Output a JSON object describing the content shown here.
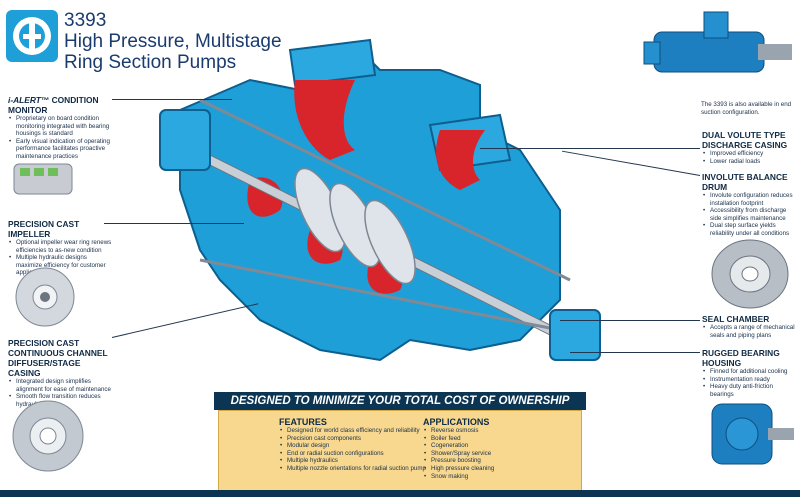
{
  "header": {
    "model": "3393",
    "title_line1": "High Pressure, Multistage",
    "title_line2": "Ring Section Pumps"
  },
  "callouts": {
    "ialert": {
      "title_prefix": "i-ALERT",
      "title_suffix": "™ CONDITION MONITOR",
      "bullets": [
        "Proprietary on board condition monitoring integrated with bearing housings is standard",
        "Early visual indication of operating performance facilitates proactive maintenance practices"
      ]
    },
    "impeller": {
      "title": "PRECISION CAST IMPELLER",
      "bullets": [
        "Optional impeller wear ring renews efficiencies to as-new condition",
        "Multiple hydraulic designs maximize efficiency for customer applications"
      ]
    },
    "diffuser": {
      "title_line1": "PRECISION CAST",
      "title_line2": "CONTINUOUS CHANNEL",
      "title_line3": "DIFFUSER/STAGE CASING",
      "bullets": [
        "Integrated design simplifies alignment for ease of maintenance",
        "Smooth flow transition reduces hydraulic losses"
      ]
    },
    "end_suction_note": "The 3393 is also available in end suction configuration.",
    "volute": {
      "title_line1": "DUAL VOLUTE TYPE",
      "title_line2": "DISCHARGE CASING",
      "bullets": [
        "Improved efficiency",
        "Lower radial loads"
      ]
    },
    "balance_drum": {
      "title": "INVOLUTE BALANCE DRUM",
      "bullets": [
        "Involute configuration reduces installation footprint",
        "Accessibility from discharge side simplifies maintenance",
        "Dual step surface yields reliability under all conditions"
      ]
    },
    "seal_chamber": {
      "title": "SEAL CHAMBER",
      "bullets": [
        "Accepts a range of mechanical seals and piping plans"
      ]
    },
    "bearing": {
      "title": "RUGGED BEARING HOUSING",
      "bullets": [
        "Finned for additional cooling",
        "Instrumentation ready",
        "Heavy duty anti-friction bearings"
      ]
    }
  },
  "banner": "DESIGNED TO MINIMIZE YOUR TOTAL COST OF OWNERSHIP",
  "features": {
    "title": "FEATURES",
    "items": [
      "Designed for world class efficiency and reliability",
      "Precision cast components",
      "Modular design",
      "End or radial suction configurations",
      "Multiple hydraulics",
      "Multiple nozzle orientations for radial suction pump"
    ]
  },
  "applications": {
    "title": "APPLICATIONS",
    "items": [
      "Reverse osmosis",
      "Boiler feed",
      "Cogeneration",
      "Shower/Spray service",
      "Pressure boosting",
      "High pressure cleaning",
      "Snow making"
    ]
  },
  "colors": {
    "pump_blue": "#1e9fd8",
    "cut_red": "#d8242b",
    "navy": "#0b3552",
    "panel": "#f8d88f"
  }
}
